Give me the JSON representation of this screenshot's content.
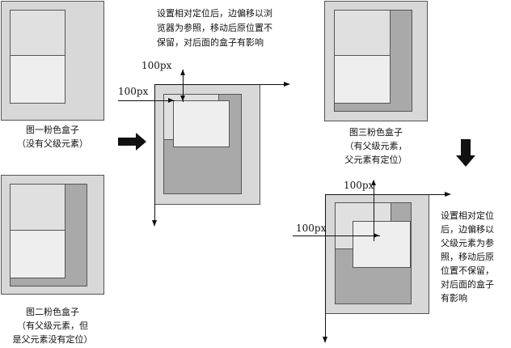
{
  "figure1": {
    "caption_line1": "图一粉色盒子",
    "caption_line2": "（没有父级元素）"
  },
  "figure2": {
    "caption_line1": "图二粉色盒子",
    "caption_line2": "（有父级元素，但",
    "caption_line3": "是父元素没有定位）"
  },
  "figure3": {
    "caption_line1": "图三粉色盒子",
    "caption_line2": "（有父级元素，",
    "caption_line3": "父元素有定位）"
  },
  "note_top": {
    "line1": "设置相对定位后，边偏移以浏",
    "line2": "览器为参照，移动后原位置不",
    "line3": "保留，对后面的盒子有影响"
  },
  "note_right": {
    "line1": "设置相对定位",
    "line2": "后，边偏移以",
    "line3": "父级元素为参",
    "line4": "照，移动后原",
    "line5": "位置不保留，",
    "line6": "对后面的盒子",
    "line7": "有影响"
  },
  "offsets": {
    "top_label": "100px",
    "left_label": "100px",
    "top_label_2": "100px",
    "left_label_2": "100px"
  }
}
